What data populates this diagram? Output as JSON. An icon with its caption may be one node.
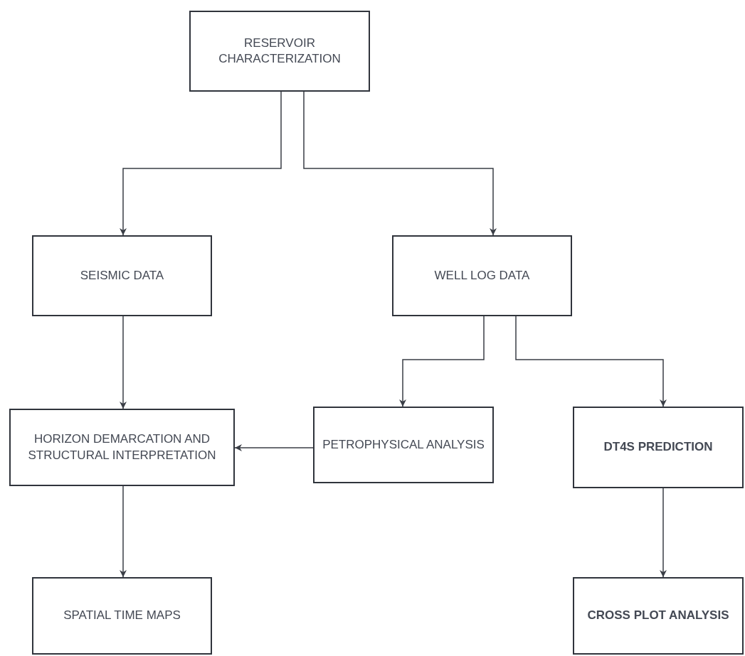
{
  "diagram": {
    "nodes": [
      {
        "text": [
          "RESERVOIR CHARACTERIZATION"
        ]
      },
      {
        "text": [
          "SEISMIC DATA"
        ]
      },
      {
        "text": [
          "WELL LOG DATA"
        ]
      },
      {
        "text": [
          "HORIZON DEMARCATION AND STRUCTURAL INTERPRETATION"
        ]
      },
      {
        "text": [
          "PETROPHYSICAL ANALYSIS"
        ]
      },
      {
        "text": [
          "DT4S PREDICTION"
        ]
      },
      {
        "text": [
          "SPATIAL TIME MAPS"
        ]
      },
      {
        "text": [
          "CROSS PLOT ANALYSIS"
        ]
      }
    ],
    "edges": [
      {
        "from": 0,
        "to": 1,
        "arrow": "to"
      },
      {
        "from": 0,
        "to": 2,
        "arrow": "to"
      },
      {
        "from": 1,
        "to": 3,
        "arrow": "to"
      },
      {
        "from": 2,
        "to": 4,
        "arrow": "to"
      },
      {
        "from": 2,
        "to": 5,
        "arrow": "to"
      },
      {
        "from": 4,
        "to": 3,
        "arrow": "to"
      },
      {
        "from": 3,
        "to": 6,
        "arrow": "to"
      },
      {
        "from": 5,
        "to": 7,
        "arrow": "to"
      }
    ]
  }
}
